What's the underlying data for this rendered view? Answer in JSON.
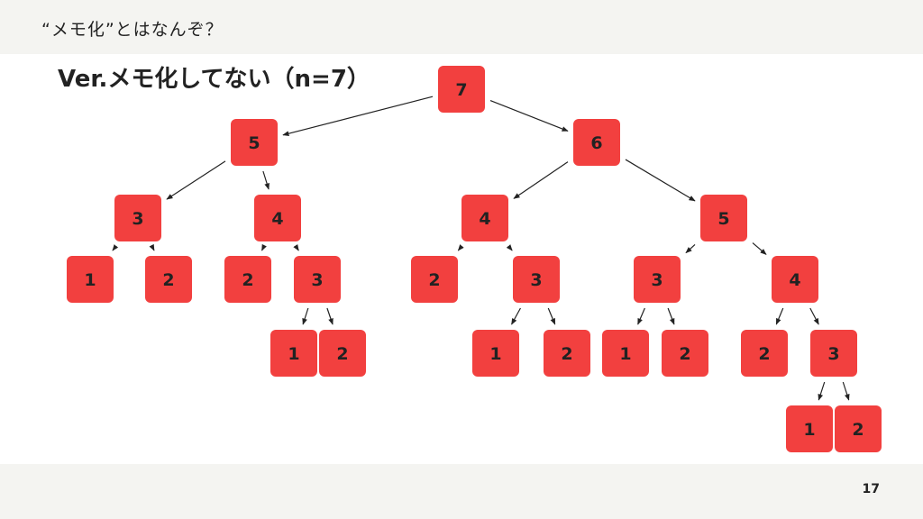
{
  "header": {
    "title": "“メモ化”とはなんぞ？"
  },
  "subtitle": "Ver.メモ化してない（n=7）",
  "footer": {
    "page_number": "17"
  },
  "colors": {
    "node_fill": "#f2403f",
    "band": "#f4f4f1",
    "text": "#222222"
  },
  "tree": {
    "nodes": [
      {
        "id": "n7",
        "label": "7"
      },
      {
        "id": "n7-5",
        "label": "5"
      },
      {
        "id": "n7-6",
        "label": "6"
      },
      {
        "id": "n7-5-3",
        "label": "3"
      },
      {
        "id": "n7-5-4",
        "label": "4"
      },
      {
        "id": "n7-6-4",
        "label": "4"
      },
      {
        "id": "n7-6-5",
        "label": "5"
      },
      {
        "id": "n7-5-3-1",
        "label": "1"
      },
      {
        "id": "n7-5-3-2",
        "label": "2"
      },
      {
        "id": "n7-5-4-2",
        "label": "2"
      },
      {
        "id": "n7-5-4-3",
        "label": "3"
      },
      {
        "id": "n7-6-4-2",
        "label": "2"
      },
      {
        "id": "n7-6-4-3",
        "label": "3"
      },
      {
        "id": "n7-6-5-3",
        "label": "3"
      },
      {
        "id": "n7-6-5-4",
        "label": "4"
      },
      {
        "id": "n7-5-4-3-1",
        "label": "1"
      },
      {
        "id": "n7-5-4-3-2",
        "label": "2"
      },
      {
        "id": "n7-6-4-3-1",
        "label": "1"
      },
      {
        "id": "n7-6-4-3-2",
        "label": "2"
      },
      {
        "id": "n7-6-5-3-1",
        "label": "1"
      },
      {
        "id": "n7-6-5-3-2",
        "label": "2"
      },
      {
        "id": "n7-6-5-4-2",
        "label": "2"
      },
      {
        "id": "n7-6-5-4-3",
        "label": "3"
      },
      {
        "id": "n7-6-5-4-3-1",
        "label": "1"
      },
      {
        "id": "n7-6-5-4-3-2",
        "label": "2"
      }
    ],
    "edges": [
      [
        "n7",
        "n7-5"
      ],
      [
        "n7",
        "n7-6"
      ],
      [
        "n7-5",
        "n7-5-3"
      ],
      [
        "n7-5",
        "n7-5-4"
      ],
      [
        "n7-6",
        "n7-6-4"
      ],
      [
        "n7-6",
        "n7-6-5"
      ],
      [
        "n7-5-3",
        "n7-5-3-1"
      ],
      [
        "n7-5-3",
        "n7-5-3-2"
      ],
      [
        "n7-5-4",
        "n7-5-4-2"
      ],
      [
        "n7-5-4",
        "n7-5-4-3"
      ],
      [
        "n7-6-4",
        "n7-6-4-2"
      ],
      [
        "n7-6-4",
        "n7-6-4-3"
      ],
      [
        "n7-6-5",
        "n7-6-5-3"
      ],
      [
        "n7-6-5",
        "n7-6-5-4"
      ],
      [
        "n7-5-4-3",
        "n7-5-4-3-1"
      ],
      [
        "n7-5-4-3",
        "n7-5-4-3-2"
      ],
      [
        "n7-6-4-3",
        "n7-6-4-3-1"
      ],
      [
        "n7-6-4-3",
        "n7-6-4-3-2"
      ],
      [
        "n7-6-5-3",
        "n7-6-5-3-1"
      ],
      [
        "n7-6-5-3",
        "n7-6-5-3-2"
      ],
      [
        "n7-6-5-4",
        "n7-6-5-4-2"
      ],
      [
        "n7-6-5-4",
        "n7-6-5-4-3"
      ],
      [
        "n7-6-5-4-3",
        "n7-6-5-4-3-1"
      ],
      [
        "n7-6-5-4-3",
        "n7-6-5-4-3-2"
      ]
    ]
  }
}
